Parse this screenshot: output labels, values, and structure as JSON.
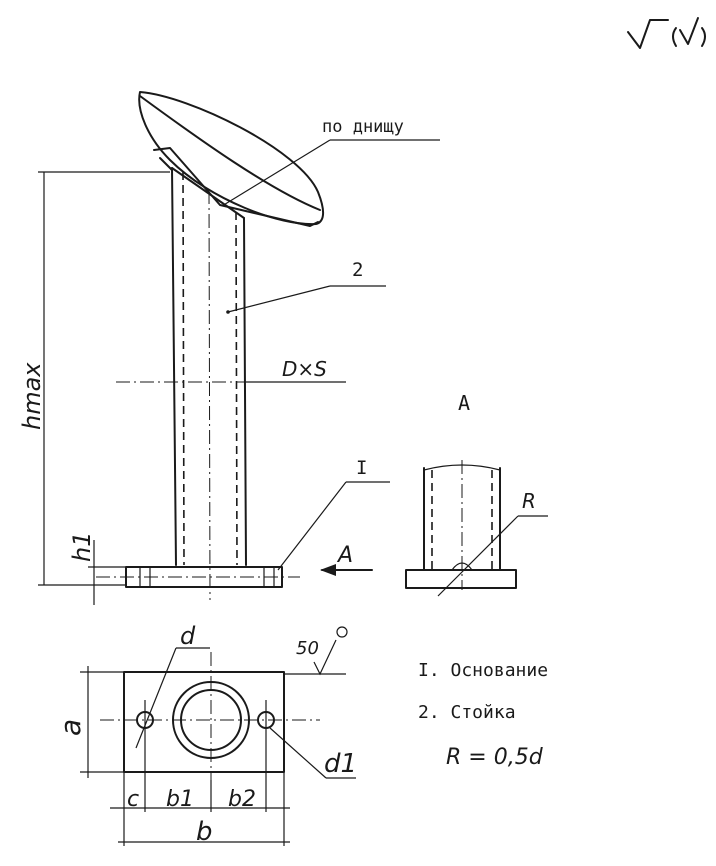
{
  "labels": {
    "bottom_note": "по днищу",
    "item_2": "2",
    "item_1": "I",
    "d_x_s": "D×S",
    "h_max": "hmax",
    "h1": "h1",
    "view_a": "A",
    "detail_a": "A",
    "r": "R",
    "d": "d",
    "d1": "d1",
    "a": "a",
    "c": "c",
    "b1": "b1",
    "b2": "b2",
    "b": "b",
    "roughness": "50"
  },
  "notes": {
    "part_1": "I. Основание",
    "part_2": "2. Стойка",
    "formula": "R = 0,5d"
  }
}
